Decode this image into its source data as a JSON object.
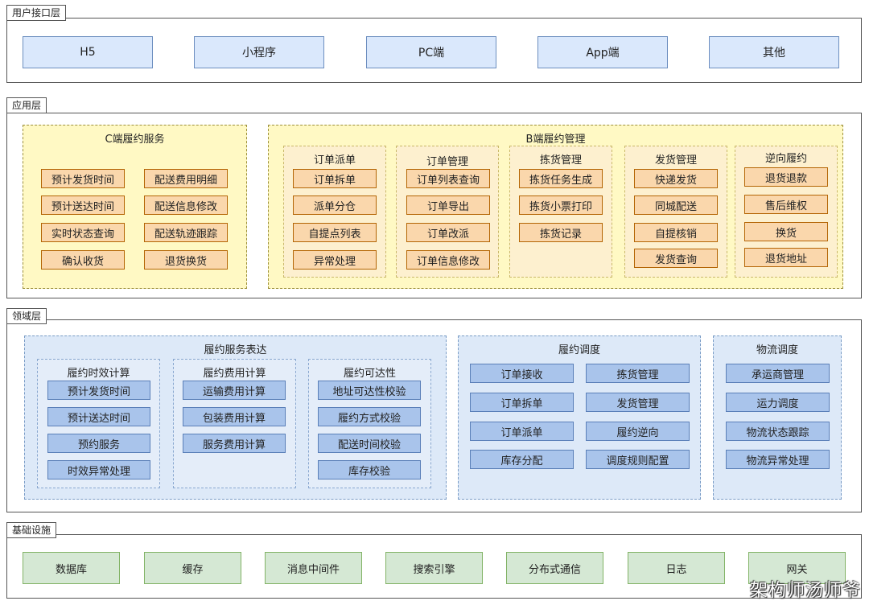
{
  "layers": {
    "ui": "用户接口层",
    "app": "应用层",
    "domain": "领域层",
    "infra": "基础设施"
  },
  "ui_items": [
    "H5",
    "小程序",
    "PC端",
    "App端",
    "其他"
  ],
  "c_service": {
    "title": "C端履约服务",
    "left": [
      "预计发货时间",
      "预计送达时间",
      "实时状态查询",
      "确认收货"
    ],
    "right": [
      "配送费用明细",
      "配送信息修改",
      "配送轨迹跟踪",
      "退货换货"
    ]
  },
  "b_management": {
    "title": "B端履约管理",
    "groups": [
      {
        "title": "订单派单",
        "items": [
          "订单拆单",
          "派单分仓",
          "自提点列表",
          "异常处理"
        ]
      },
      {
        "title": "订单管理",
        "items": [
          "订单列表查询",
          "订单导出",
          "订单改派",
          "订单信息修改"
        ]
      },
      {
        "title": "拣货管理",
        "items": [
          "拣货任务生成",
          "拣货小票打印",
          "拣货记录"
        ]
      },
      {
        "title": "发货管理",
        "items": [
          "快递发货",
          "同城配送",
          "自提核销",
          "发货查询"
        ]
      },
      {
        "title": "逆向履约",
        "items": [
          "退货退款",
          "售后维权",
          "换货",
          "退货地址"
        ]
      }
    ]
  },
  "service_expression": {
    "title": "履约服务表达",
    "groups": [
      {
        "title": "履约时效计算",
        "items": [
          "预计发货时间",
          "预计送达时间",
          "预约服务",
          "时效异常处理"
        ]
      },
      {
        "title": "履约费用计算",
        "items": [
          "运输费用计算",
          "包装费用计算",
          "服务费用计算"
        ]
      },
      {
        "title": "履约可达性",
        "items": [
          "地址可达性校验",
          "履约方式校验",
          "配送时间校验",
          "库存校验"
        ]
      }
    ]
  },
  "scheduling": {
    "title": "履约调度",
    "left": [
      "订单接收",
      "订单拆单",
      "订单派单",
      "库存分配"
    ],
    "right": [
      "拣货管理",
      "发货管理",
      "履约逆向",
      "调度规则配置"
    ]
  },
  "logistics": {
    "title": "物流调度",
    "items": [
      "承运商管理",
      "运力调度",
      "物流状态跟踪",
      "物流异常处理"
    ]
  },
  "infra_items": [
    "数据库",
    "缓存",
    "消息中间件",
    "搜索引擎",
    "分布式通信",
    "日志",
    "网关"
  ],
  "watermark": "架构师汤师爷"
}
